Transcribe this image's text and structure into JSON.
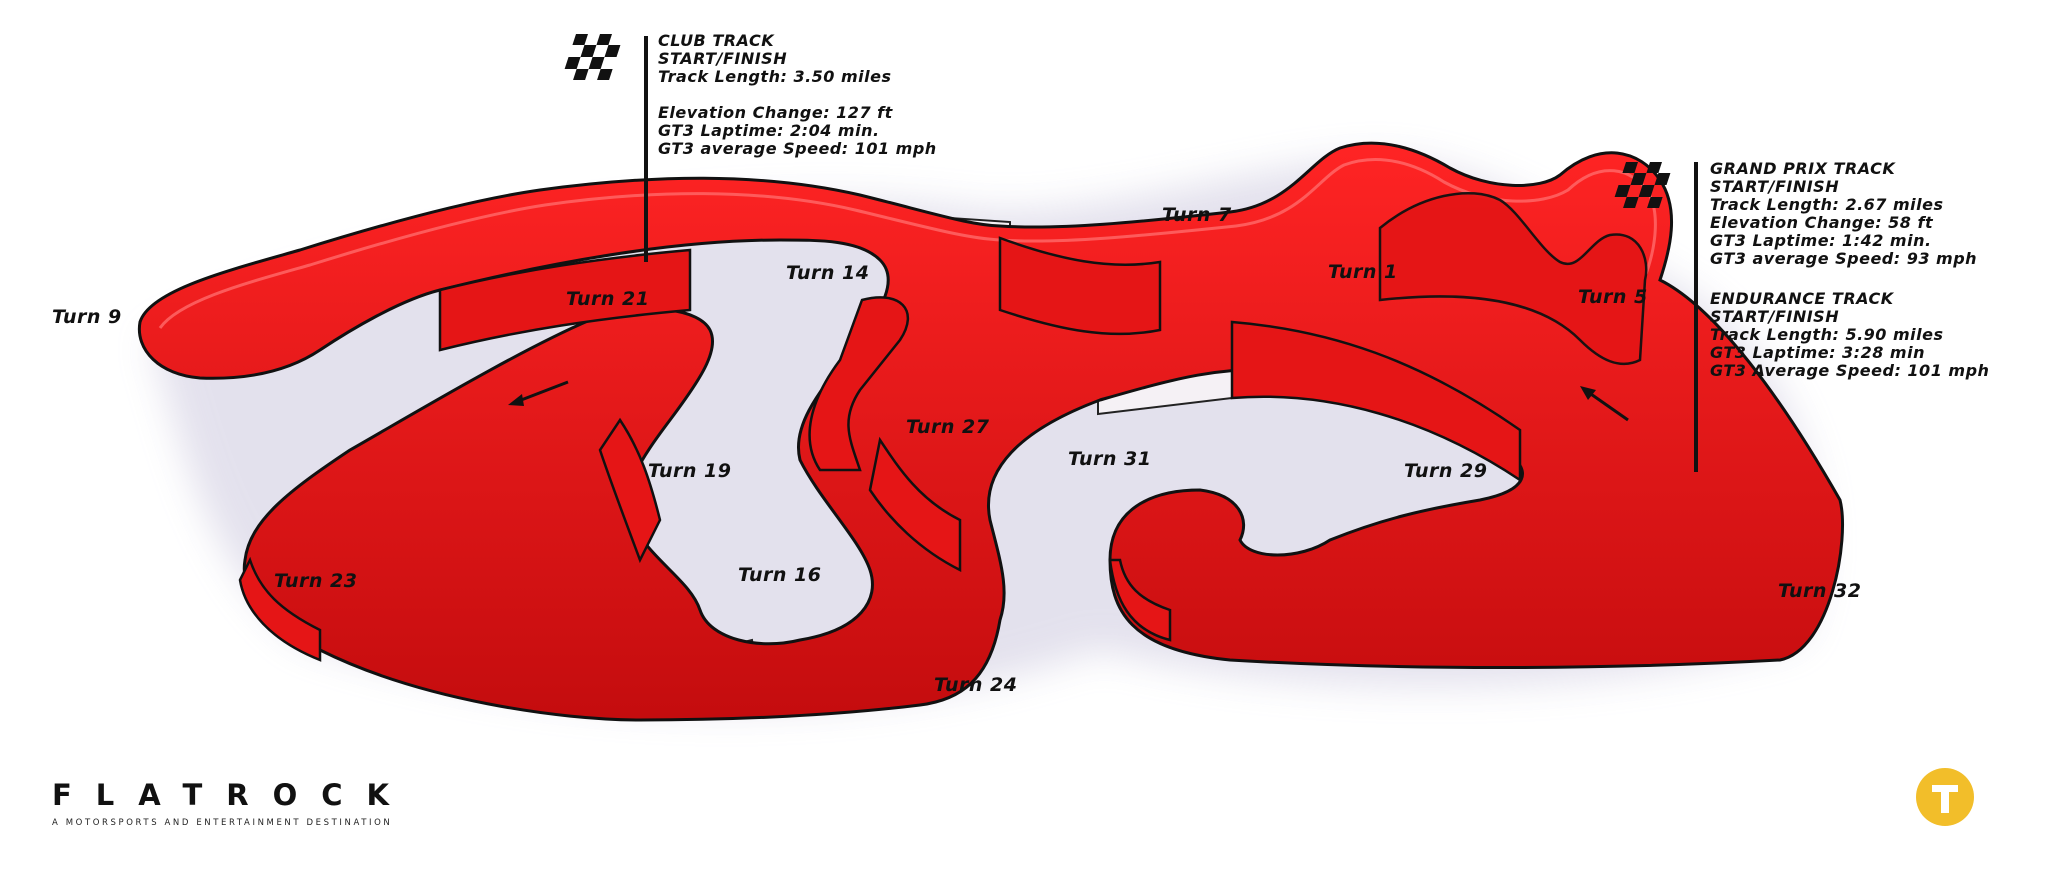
{
  "turns": {
    "turn_7": "Turn 7",
    "turn_1": "Turn 1",
    "turn_5": "Turn 5",
    "turn_9": "Turn 9",
    "turn_21": "Turn 21",
    "turn_14": "Turn 14",
    "turn_27": "Turn 27",
    "turn_31": "Turn 31",
    "turn_29": "Turn 29",
    "turn_19": "Turn 19",
    "turn_23": "Turn 23",
    "turn_16": "Turn 16",
    "turn_24": "Turn 24",
    "turn_32": "Turn 32"
  },
  "club_track": {
    "name": "CLUB TRACK",
    "start_finish": "START/FINISH",
    "length": "Track Length: 3.50 miles",
    "elevation": "Elevation Change: 127 ft",
    "laptime": "GT3 Laptime:  2:04 min.",
    "speed": "GT3 average Speed: 101 mph"
  },
  "grand_prix_track": {
    "name": "GRAND PRIX TRACK",
    "start_finish": "START/FINISH",
    "length": "Track Length: 2.67 miles",
    "elevation": "Elevation Change: 58 ft",
    "laptime": "GT3 Laptime:  1:42 min.",
    "speed": "GT3 average Speed: 93 mph"
  },
  "endurance_track": {
    "name": "ENDURANCE TRACK",
    "start_finish": "START/FINISH",
    "length": "Track Length: 5.90 miles",
    "laptime": "GT3 Laptime: 3:28 min",
    "speed": "GT3 Average Speed: 101 mph"
  },
  "brand": {
    "name": "FLATROCK",
    "tagline": "A MOTORSPORTS AND ENTERTAINMENT DESTINATION"
  },
  "colors": {
    "track_wall": "#e8181a",
    "track_wall_dark": "#b00a0c",
    "track_top": "#ff2a2a",
    "connector": "#f4f0f4",
    "logo": "#f2be2a"
  },
  "icons": {
    "flag": "checkered-flag-icon",
    "arrow": "direction-arrow-icon",
    "logo": "t-logo-icon"
  }
}
